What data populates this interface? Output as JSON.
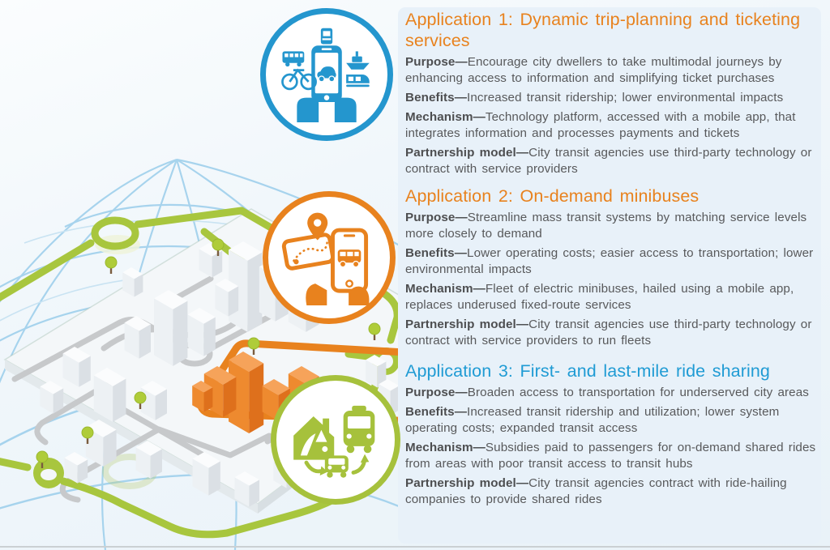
{
  "dash": "—",
  "colors": {
    "app1_title": "#E8821E",
    "app2_title": "#E8821E",
    "app3_title": "#1F9BD4",
    "circle1_border": "#2496CE",
    "circle2_border": "#E8821E",
    "circle3_border": "#A6C13C",
    "body_text": "#58595B",
    "panel_background": "#E8F1F9",
    "green_route": "#A8C63E",
    "orange_route": "#E8821E",
    "gray_road": "#C7C9CB",
    "globe_line": "#9FD0EC",
    "orange_building": "#EE8A2F"
  },
  "applications": [
    {
      "title": "Application 1: Dynamic trip-planning and ticketing services",
      "icon": "multimodal-trip-planning-phone-icon",
      "fields": [
        {
          "label": "Purpose",
          "text": "Encourage city dwellers to take multimodal journeys by enhancing access to information and simplifying ticket purchases"
        },
        {
          "label": "Benefits",
          "text": "Increased transit ridership; lower environmental impacts"
        },
        {
          "label": "Mechanism",
          "text": "Technology platform, accessed with a mobile app, that integrates information and processes payments and tickets"
        },
        {
          "label": "Partnership model",
          "text": "City transit agencies use third-party technology or contract with service providers"
        }
      ]
    },
    {
      "title": "Application 2: On-demand minibuses",
      "icon": "on-demand-minibus-phone-icon",
      "fields": [
        {
          "label": "Purpose",
          "text": "Streamline mass transit systems by matching service levels more closely to demand"
        },
        {
          "label": "Benefits",
          "text": "Lower operating costs; easier access to transportation; lower environmental impacts"
        },
        {
          "label": "Mechanism",
          "text": "Fleet of electric minibuses, hailed using a mobile app, replaces underused fixed-route services"
        },
        {
          "label": "Partnership model",
          "text": "City transit agencies use third-party technology or contract with service providers to run fleets"
        }
      ]
    },
    {
      "title": "Application 3: First- and last-mile ride sharing",
      "icon": "first-last-mile-ride-sharing-icon",
      "fields": [
        {
          "label": "Purpose",
          "text": "Broaden access to transportation for underserved city areas"
        },
        {
          "label": "Benefits",
          "text": "Increased transit ridership and utilization; lower system operating costs; expanded transit access"
        },
        {
          "label": "Mechanism",
          "text": "Subsidies paid to passengers for on-demand shared rides from areas with poor transit access to transit hubs"
        },
        {
          "label": "Partnership model",
          "text": "City transit agencies contract with ride-hailing companies to provide shared rides"
        }
      ]
    }
  ]
}
